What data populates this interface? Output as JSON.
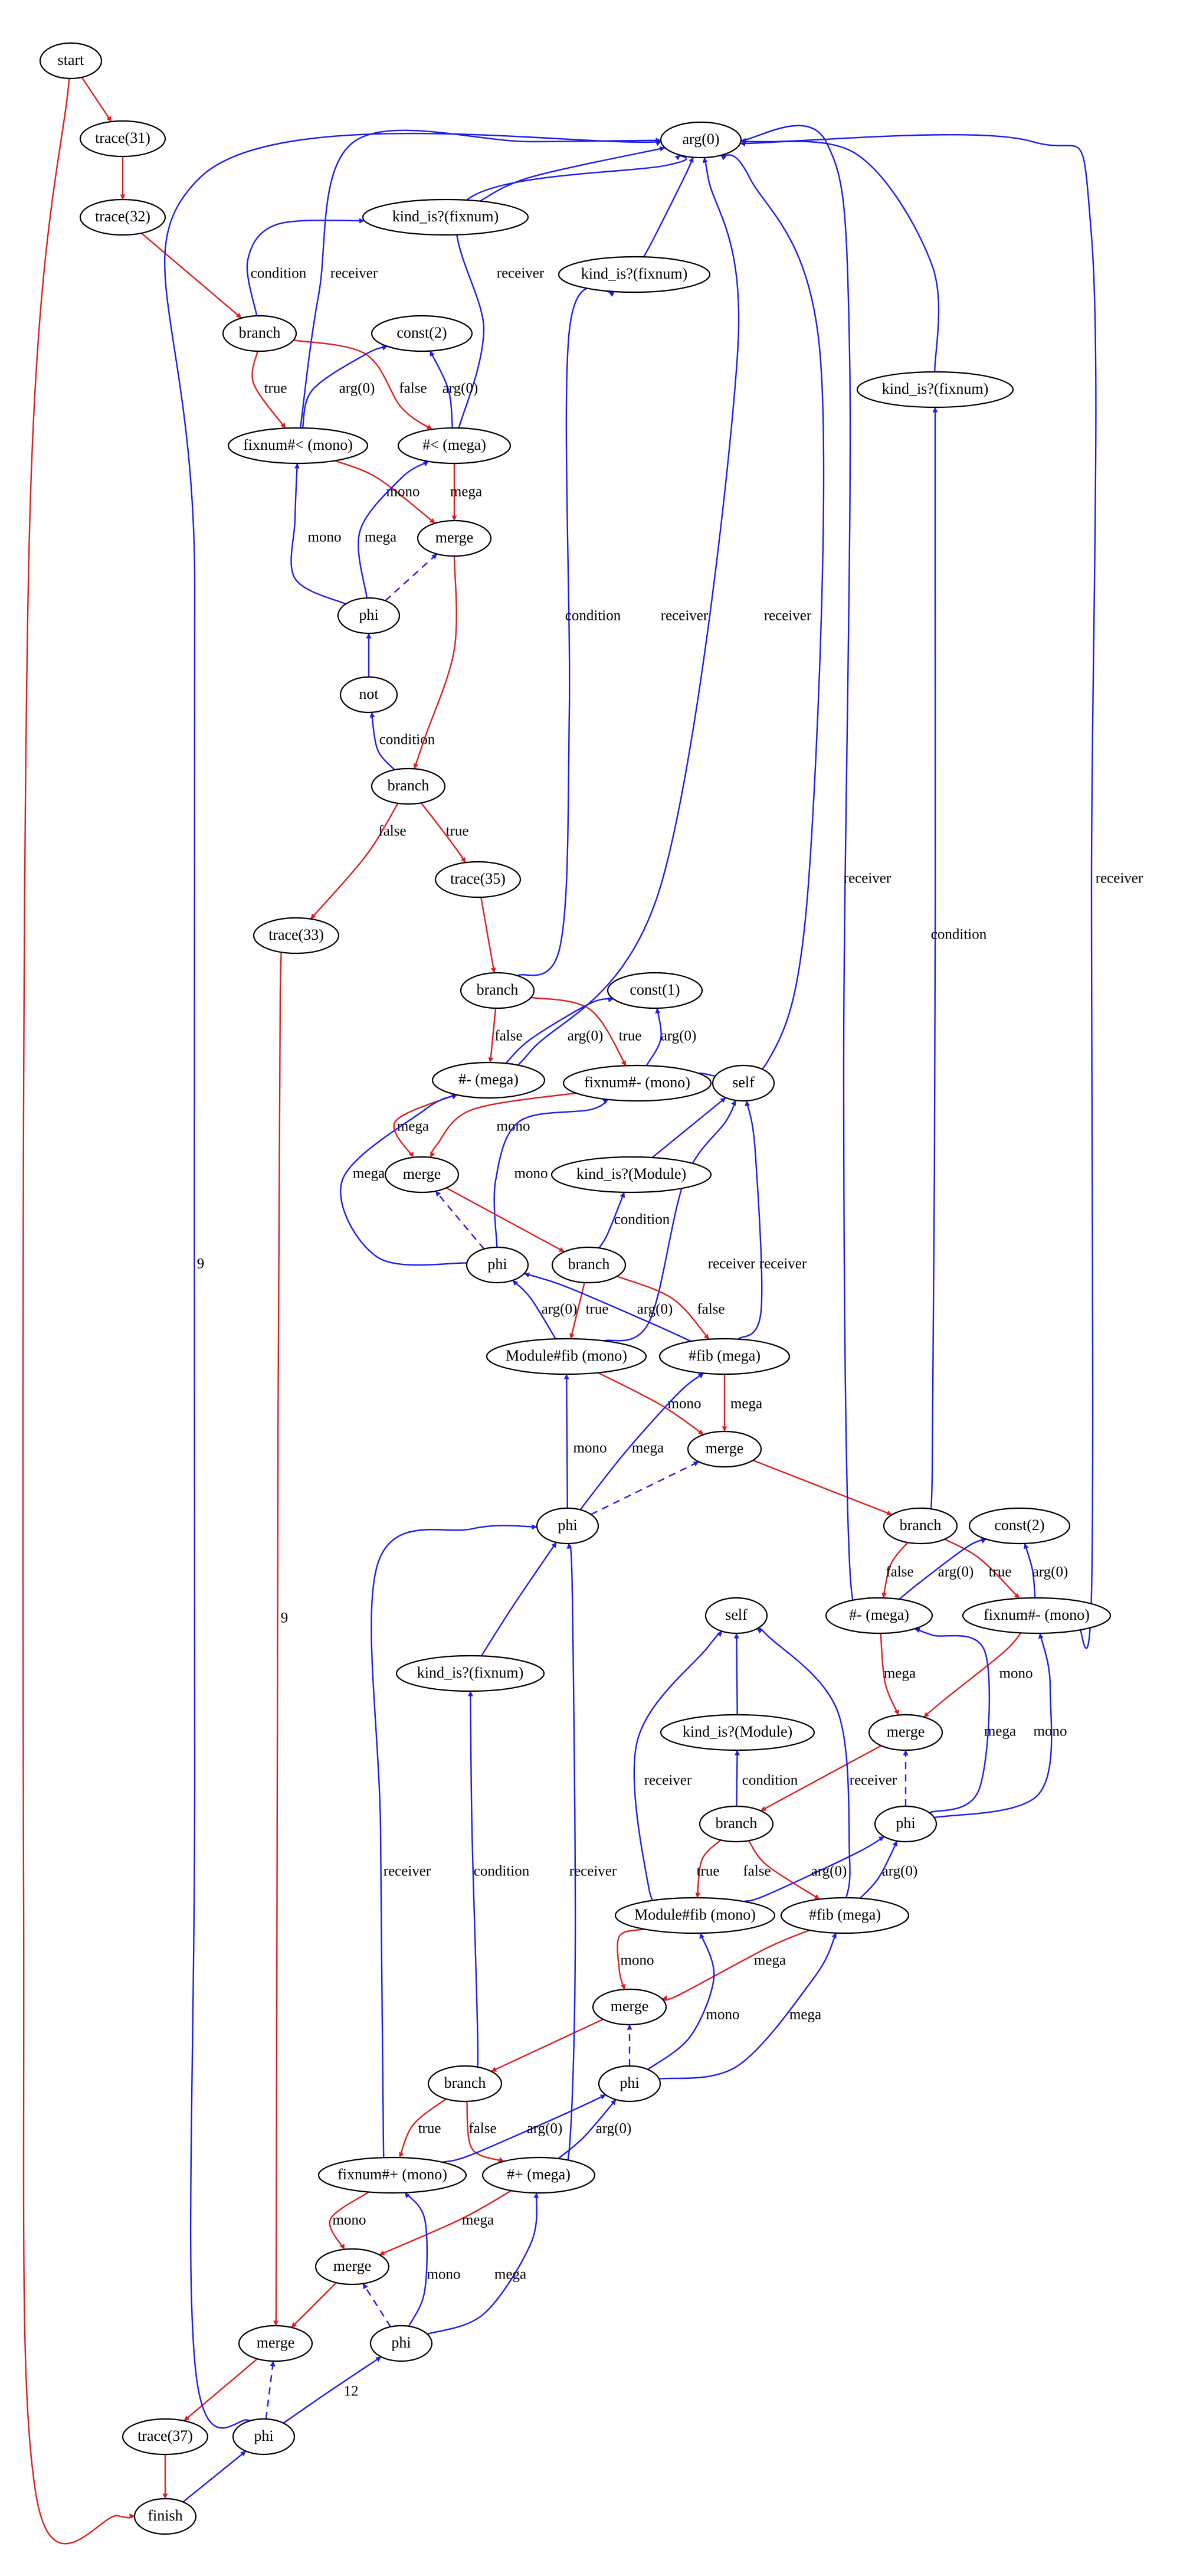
{
  "colors": {
    "control": "#dd1e1e",
    "data": "#1c1cf0",
    "node_stroke": "#000000"
  },
  "nodes": {
    "start": "start",
    "finish": "finish",
    "arg0": "arg(0)",
    "trace31": "trace(31)",
    "trace32": "trace(32)",
    "trace33": "trace(33)",
    "trace35": "trace(35)",
    "trace37": "trace(37)",
    "kind1": "kind_is?(fixnum)",
    "kind2": "kind_is?(fixnum)",
    "kind3": "kind_is?(fixnum)",
    "kind4": "kind_is?(fixnum)",
    "kindmod1": "kind_is?(Module)",
    "kindmod2": "kind_is?(Module)",
    "const2a": "const(2)",
    "const1": "const(1)",
    "const2b": "const(2)",
    "self1": "self",
    "self2": "self",
    "not1": "not",
    "branch1": "branch",
    "branch2": "branch",
    "branch3": "branch",
    "branch4": "branch",
    "branch5": "branch",
    "branch6": "branch",
    "fixlt": "fixnum#< (mono)",
    "megalt": "#< (mega)",
    "megaminus1": "#- (mega)",
    "fixminus1": "fixnum#- (mono)",
    "megaminus2": "#- (mega)",
    "fixminus2": "fixnum#- (mono)",
    "modfib1": "Module#fib (mono)",
    "megafib1": "#fib (mega)",
    "modfib2": "Module#fib (mono)",
    "megafib2": "#fib (mega)",
    "fixplus": "fixnum#+ (mono)",
    "megaplus": "#+ (mega)",
    "merge1": "merge",
    "merge2": "merge",
    "merge3": "merge",
    "merge4": "merge",
    "merge5": "merge",
    "merge6": "merge",
    "merge7": "merge",
    "phi1": "phi",
    "phi2": "phi",
    "phi3": "phi",
    "phi4": "phi",
    "phi5": "phi",
    "phi6": "phi",
    "phi7": "phi"
  },
  "edge_labels": {
    "e_b1_k1": "condition",
    "e_k1_arg": "receiver",
    "e_fixlt_arg": "receiver",
    "e_megalt_arg": "receiver",
    "e_b1_fixlt": "true",
    "e_b1_megalt": "false",
    "e_fixlt_c2": "arg(0)",
    "e_megalt_c2": "arg(0)",
    "e_fixlt_m1": "mono",
    "e_megalt_m1": "mega",
    "e_phi1_fixlt": "mono",
    "e_phi1_megalt": "mega",
    "e_b2_not": "condition",
    "e_b2_t33": "false",
    "e_b2_t35": "true",
    "e_b3_k2": "condition",
    "e_k2_arg": "receiver",
    "e_mm1_arg": "receiver",
    "e_fm1_arg": "receiver",
    "e_b3_mm1": "false",
    "e_b3_fm1": "true",
    "e_mm1_c1": "arg(0)",
    "e_fm1_c1": "arg(0)",
    "e_mm1_m2": "mega",
    "e_fm1_m2": "mono",
    "e_phi2_mm1": "mega",
    "e_phi2_fm1": "mono",
    "e_b4_km1": "condition",
    "e_mf1_self": "receiver",
    "e_gf1_self": "receiver",
    "e_b4_mf1": "true",
    "e_b4_gf1": "false",
    "e_mf1_phi2": "arg(0)",
    "e_gf1_phi2": "arg(0)",
    "e_mf1_m3": "mono",
    "e_gf1_m3": "mega",
    "e_phi3_mf1": "mono",
    "e_phi3_gf1": "mega",
    "e_b5_k4": "condition",
    "e_mm2_arg": "receiver",
    "e_fm2_arg": "receiver",
    "e_b5_mm2": "false",
    "e_b5_fm2": "true",
    "e_mm2_c2": "arg(0)",
    "e_fm2_c2": "arg(0)",
    "e_mm2_m4": "mega",
    "e_fm2_m4": "mono",
    "e_phi4_mm2": "mega",
    "e_phi4_fm2": "mono",
    "e_b6_km2": "condition",
    "e_mf2_self": "receiver",
    "e_gf2_self": "receiver",
    "e_b6_mf2": "true",
    "e_b6_gf2": "false",
    "e_mf2_phi4": "arg(0)",
    "e_gf2_phi4": "arg(0)",
    "e_mf2_m5": "mono",
    "e_gf2_m5": "mega",
    "e_phi5_mf2": "mono",
    "e_phi5_gf2": "mega",
    "e_b7_k3": "condition",
    "e_fp_phi3": "receiver",
    "e_mp_phi3": "receiver",
    "e_b7_fp": "true",
    "e_b7_mp": "false",
    "e_fp_phi5": "arg(0)",
    "e_mp_phi5": "arg(0)",
    "e_fp_m6": "mono",
    "e_mp_m6": "mega",
    "e_phi6_fp": "mono",
    "e_phi6_mp": "mega",
    "e_t33_m7": "9",
    "e_phi7_arg": "9",
    "e_phi7_phi6": "12"
  }
}
